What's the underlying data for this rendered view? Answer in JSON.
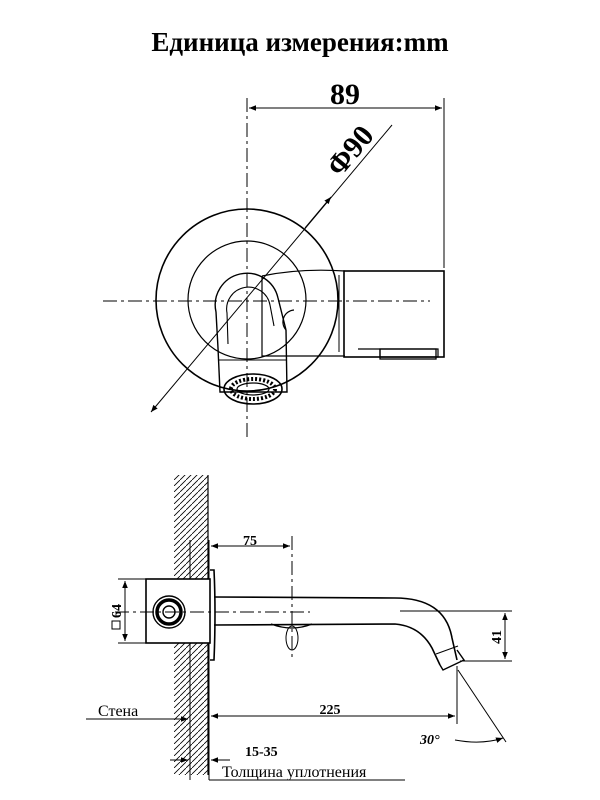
{
  "title": "Единица измерения:mm",
  "top_view": {
    "width_dim": "89",
    "diameter_dim": "Φ90"
  },
  "side_view": {
    "depth_dim": "75",
    "box_dim": "64",
    "outlet_dim": "41",
    "length_dim": "225",
    "angle_dim": "30°",
    "gasket_range": "15-35",
    "wall_label": "Стена",
    "gasket_label": "Толщина уплотнения"
  }
}
